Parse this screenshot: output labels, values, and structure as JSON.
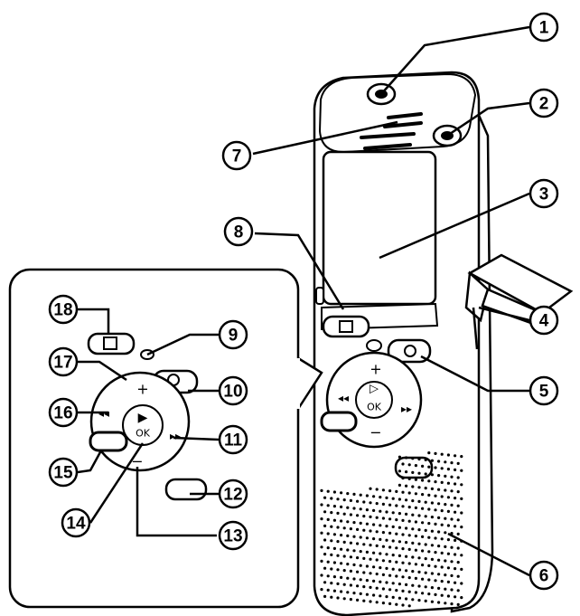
{
  "figure": {
    "callouts": [
      {
        "n": "1"
      },
      {
        "n": "2"
      },
      {
        "n": "3"
      },
      {
        "n": "4"
      },
      {
        "n": "5"
      },
      {
        "n": "6"
      },
      {
        "n": "7"
      },
      {
        "n": "8"
      },
      {
        "n": "9"
      },
      {
        "n": "10"
      },
      {
        "n": "11"
      },
      {
        "n": "12"
      },
      {
        "n": "13"
      },
      {
        "n": "14"
      },
      {
        "n": "15"
      },
      {
        "n": "16"
      },
      {
        "n": "17"
      },
      {
        "n": "18"
      }
    ],
    "control_glyphs": {
      "plus": "+",
      "minus": "−",
      "ok": "OK",
      "play": "▷",
      "play_filled": "▶",
      "rewind": "◂◂",
      "forward": "▸▸"
    }
  }
}
